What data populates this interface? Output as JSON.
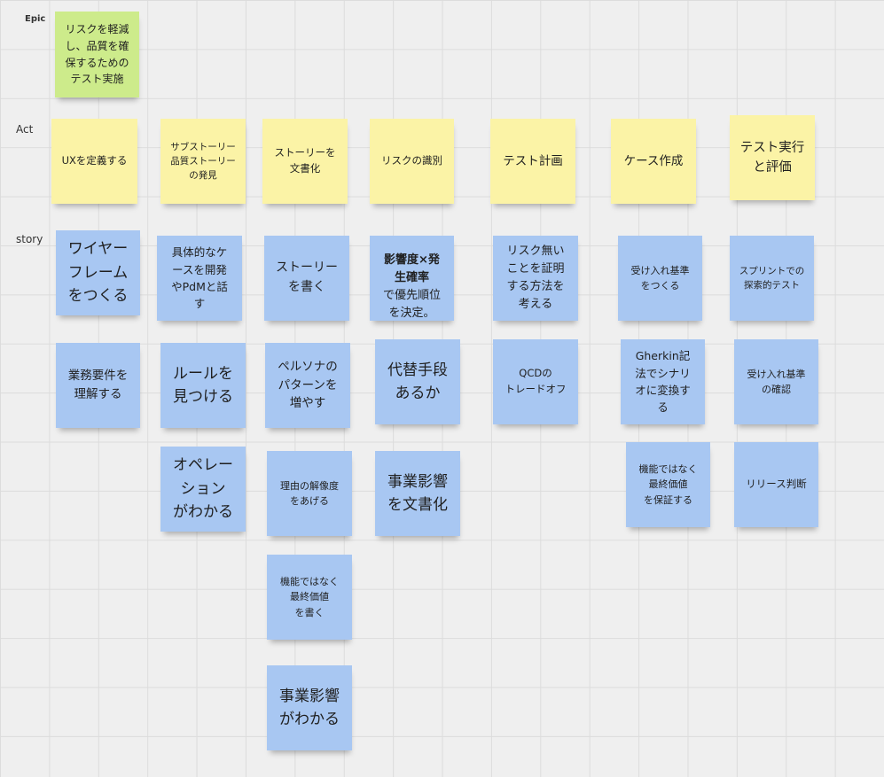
{
  "board": {
    "row_labels": {
      "epic": "Epic",
      "act": "Act",
      "story": "story"
    },
    "colors": {
      "yellow": "#fbf3a6",
      "green": "#cdeb8b",
      "blue": "#a8c7f2",
      "background": "#efefef"
    },
    "epic": {
      "text": "リスクを軽減\nし、品質を確\n保するための\nテスト実施"
    },
    "acts": [
      {
        "text": "UXを定義する"
      },
      {
        "text": "サブストーリー\n品質ストーリー\nの発見"
      },
      {
        "text": "ストーリーを\n文書化"
      },
      {
        "text": "リスクの識別"
      },
      {
        "text": "テスト計画"
      },
      {
        "text": "ケース作成"
      },
      {
        "text": "テスト実行\nと評価"
      }
    ],
    "stories": [
      {
        "text": "ワイヤー\nフレーム\nをつくる"
      },
      {
        "text": "業務要件を\n理解する"
      },
      {
        "text": "具体的なケ\nースを開発\nやPdMと話\nす"
      },
      {
        "text": "ルールを\n見つける"
      },
      {
        "text": "オペレー\nション\nがわかる"
      },
      {
        "text": "ストーリー\nを書く"
      },
      {
        "text": "ペルソナの\nパターンを\n増やす"
      },
      {
        "text": "理由の解像度\nをあげる"
      },
      {
        "text": "機能ではなく\n最終価値\nを書く"
      },
      {
        "text": "事業影響\nがわかる"
      },
      {
        "bold": "影響度×発\n生確率",
        "text": "\nで優先順位\nを決定。"
      },
      {
        "text": "代替手段\nあるか"
      },
      {
        "text": "事業影響\nを文書化"
      },
      {
        "text": "リスク無い\nことを証明\nする方法を\n考える"
      },
      {
        "text": "QCDの\nトレードオフ"
      },
      {
        "text": "受け入れ基準\nをつくる"
      },
      {
        "text": "Gherkin記\n法でシナリ\nオに変換す\nる"
      },
      {
        "text": "機能ではなく\n最終価値\nを保証する"
      },
      {
        "text": "スプリントでの\n探索的テスト"
      },
      {
        "text": "受け入れ基準\nの確認"
      },
      {
        "text": "リリース判断"
      }
    ]
  }
}
